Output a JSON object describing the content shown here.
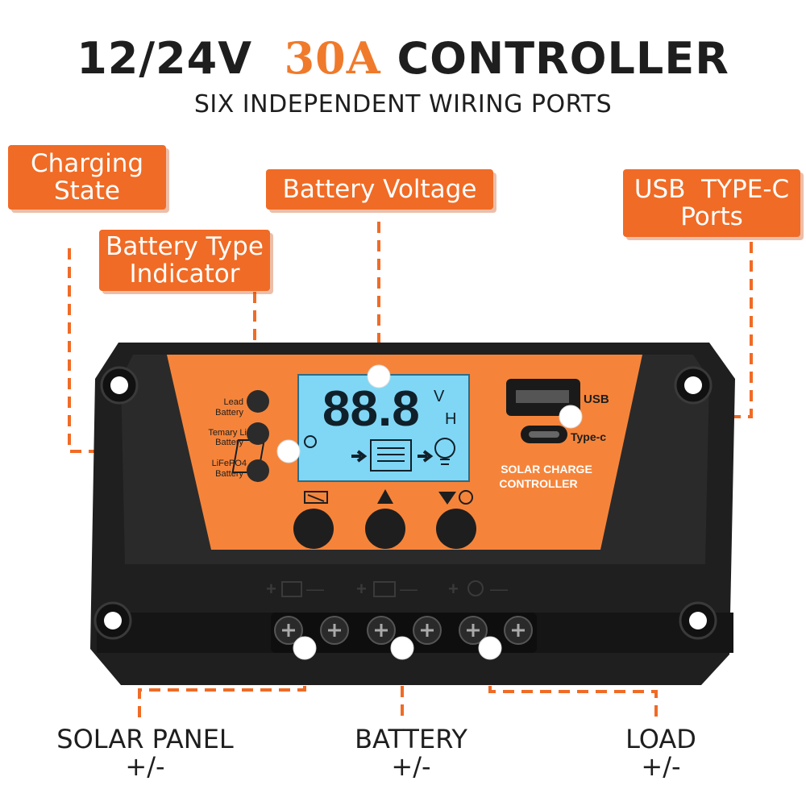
{
  "title": {
    "part1": "12/24V",
    "accent": "30A",
    "part2": "CONTROLLER"
  },
  "subtitle": "SIX INDEPENDENT WIRING PORTS",
  "callouts": {
    "charging_state": {
      "line1": "Charging",
      "line2": "State"
    },
    "battery_type": {
      "line1": "Battery Type",
      "line2": "Indicator"
    },
    "battery_voltage": "Battery Voltage",
    "usb_typec": {
      "line1": "USB  TYPE-C",
      "line2": "Ports"
    }
  },
  "device": {
    "lcd_digits": "88.8",
    "lcd_unit_v": "V",
    "lcd_unit_h": "H",
    "battery_types": [
      {
        "line1": "Lead",
        "line2": "Battery"
      },
      {
        "line1": "Temary Li",
        "line2": "Battery"
      },
      {
        "line1": "LiFePO4",
        "line2": "Battery"
      }
    ],
    "usb_label": "USB",
    "typec_label": "Type-c",
    "brand_line1": "SOLAR CHARGE",
    "brand_line2": "CONTROLLER",
    "terminal_signs": {
      "plus": "+",
      "minus": "—"
    }
  },
  "bottom_labels": {
    "solar": {
      "line1": "SOLAR PANEL",
      "line2": "+/-"
    },
    "battery": {
      "line1": "BATTERY",
      "line2": "+/-"
    },
    "load": {
      "line1": "LOAD",
      "line2": "+/-"
    }
  },
  "colors": {
    "accent": "#f06b25",
    "housing": "#1f1f1f",
    "panel": "#f5843a",
    "lcd": "#7fd7f5",
    "text": "#1e1e1e"
  }
}
